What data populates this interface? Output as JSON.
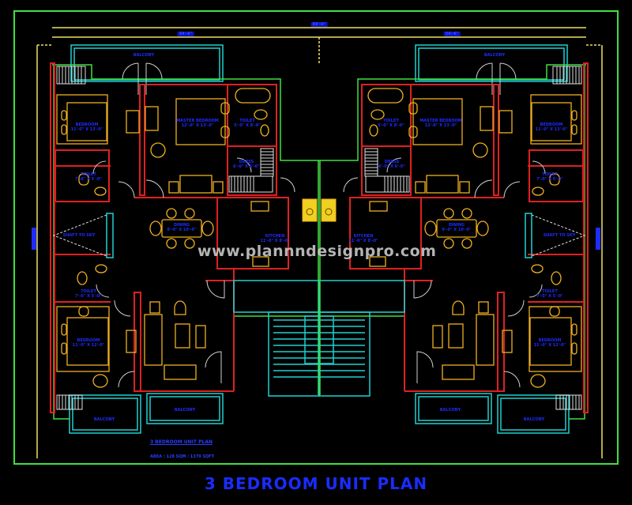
{
  "drawing": {
    "title": "3 BEDROOM UNIT PLAN",
    "watermark": "www.plannndesignpro.com",
    "unit_title": "3 BEDROOM UNIT PLAN",
    "area_note": "AREA : 128 SQM / 1370 SQFT",
    "colors": {
      "background": "#000000",
      "walls": "#e02020",
      "outline": "#40e040",
      "balcony": "#20d0d0",
      "furniture": "#f0b020",
      "dimension": "#f0e060",
      "text": "#1f2cff"
    }
  },
  "dimensions": {
    "overall": "69'-0\"",
    "left_unit": "34'-6\"",
    "right_unit": "34'-6\""
  },
  "left_unit": {
    "rooms": [
      {
        "name": "BALCONY"
      },
      {
        "name": "BEDROOM",
        "size": "11'-0\" X 13'-0\""
      },
      {
        "name": "MASTER BEDROOM",
        "size": "12'-0\" X 13'-0\""
      },
      {
        "name": "TOILET",
        "size": "5'-0\" X 8'-0\""
      },
      {
        "name": "DRESS",
        "size": "6'-0\" X 6'-0\""
      },
      {
        "name": "TOILET",
        "size": "7'-0\" X 5'-0\""
      },
      {
        "name": "SHAFT TO SKY"
      },
      {
        "name": "DINING",
        "size": "9'-0\" X 10'-0\""
      },
      {
        "name": "KITCHEN",
        "size": "11'-0\" X 8'-0\""
      },
      {
        "name": "TOILET",
        "size": "7'-0\" X 5'-0\""
      },
      {
        "name": "BEDROOM",
        "size": "11'-0\" X 12'-0\""
      },
      {
        "name": "BALCONY"
      },
      {
        "name": "BALCONY"
      }
    ]
  },
  "right_unit": {
    "rooms": [
      {
        "name": "BALCONY"
      },
      {
        "name": "BEDROOM",
        "size": "11'-0\" X 13'-0\""
      },
      {
        "name": "MASTER BEDROOM",
        "size": "12'-0\" X 13'-0\""
      },
      {
        "name": "TOILET",
        "size": "5'-0\" X 8'-0\""
      },
      {
        "name": "DRESS",
        "size": "6'-0\" X 6'-0\""
      },
      {
        "name": "TOILET",
        "size": "7'-0\" X 5'-0\""
      },
      {
        "name": "SHAFT TO SKY"
      },
      {
        "name": "DINING",
        "size": "9'-0\" X 10'-0\""
      },
      {
        "name": "KITCHEN",
        "size": "11'-0\" X 8'-0\""
      },
      {
        "name": "TOILET",
        "size": "7'-0\" X 5'-0\""
      },
      {
        "name": "BEDROOM",
        "size": "11'-0\" X 12'-0\""
      },
      {
        "name": "BALCONY"
      },
      {
        "name": "BALCONY"
      }
    ]
  }
}
